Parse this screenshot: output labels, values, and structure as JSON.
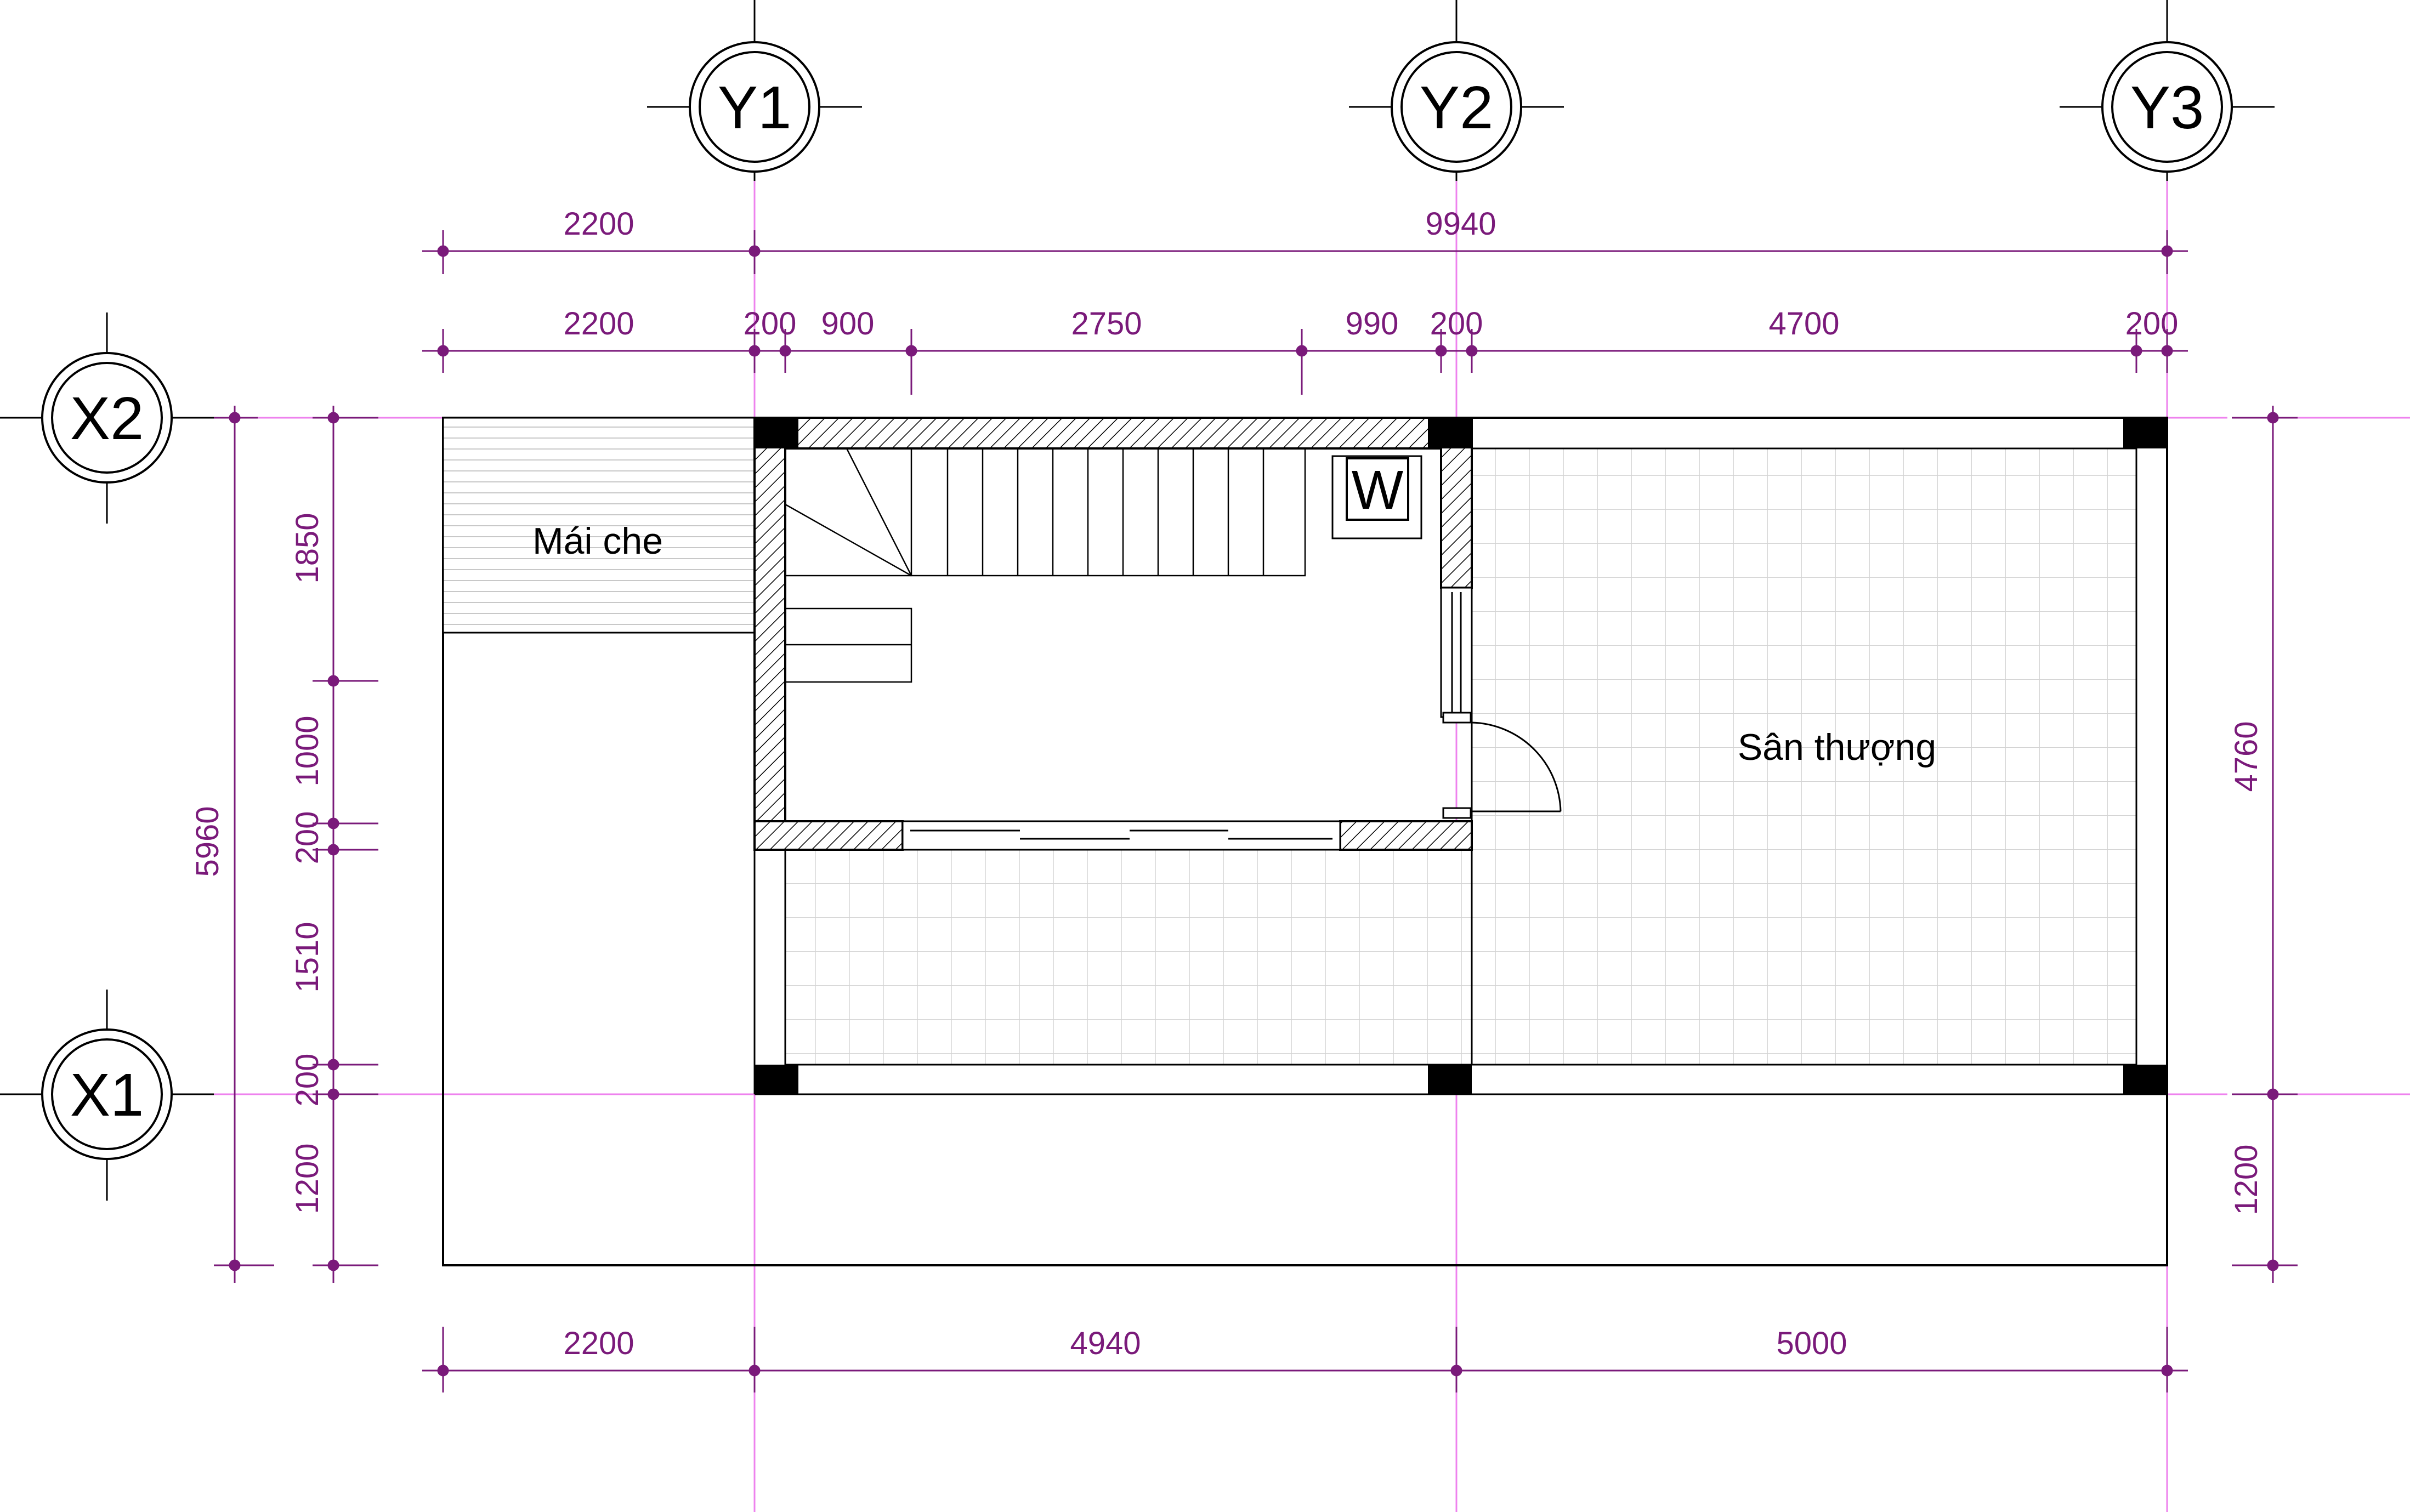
{
  "axes": {
    "y": [
      "Y1",
      "Y2",
      "Y3"
    ],
    "x": [
      "X2",
      "X1"
    ]
  },
  "dimensions": {
    "top_overall": [
      "2200",
      "9940"
    ],
    "top_detail": [
      "2200",
      "200",
      "900",
      "2750",
      "990",
      "200",
      "4700",
      "200"
    ],
    "left_total": "5960",
    "left_detail": [
      "1850",
      "1000",
      "200",
      "1510",
      "200",
      "1200"
    ],
    "right": [
      "4760",
      "1200"
    ],
    "bottom": [
      "2200",
      "4940",
      "5000"
    ]
  },
  "rooms": {
    "canopy": "Mái che",
    "terrace": "Sân thượng",
    "wc_symbol": "W"
  },
  "colors": {
    "dimension": "#7a1a7a",
    "axis_line": "#ee82ee",
    "wall": "#000000",
    "tile_grid": "#cfcfcf"
  }
}
